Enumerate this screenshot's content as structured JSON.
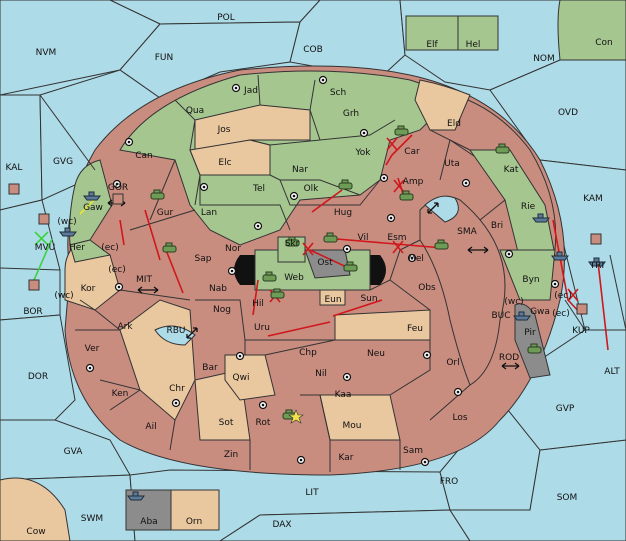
{
  "colors": {
    "sea": "#aedbe8",
    "neutral": "#e9c79f",
    "green_power": "#a6c690",
    "red_power": "#c98d80",
    "grey_power": "#8c8c8c",
    "order_move": "#d0171b",
    "order_support": "#e8e830",
    "order_convoy": "#3fd240"
  },
  "seas": [
    {
      "id": "POL",
      "label": "POL"
    },
    {
      "id": "NVM",
      "label": "NVM"
    },
    {
      "id": "FUN",
      "label": "FUN"
    },
    {
      "id": "COB",
      "label": "COB"
    },
    {
      "id": "NOM",
      "label": "NOM"
    },
    {
      "id": "OVD",
      "label": "OVD"
    },
    {
      "id": "KAL",
      "label": "KAL"
    },
    {
      "id": "GVG",
      "label": "GVG"
    },
    {
      "id": "KAM",
      "label": "KAM"
    },
    {
      "id": "BOR",
      "label": "BOR"
    },
    {
      "id": "DOR",
      "label": "DOR"
    },
    {
      "id": "GVA",
      "label": "GVA"
    },
    {
      "id": "SWM",
      "label": "SWM"
    },
    {
      "id": "LIT",
      "label": "LIT"
    },
    {
      "id": "DAX",
      "label": "DAX"
    },
    {
      "id": "FRO",
      "label": "FRO"
    },
    {
      "id": "SOM",
      "label": "SOM"
    },
    {
      "id": "GVP",
      "label": "GVP"
    },
    {
      "id": "ALT",
      "label": "ALT"
    },
    {
      "id": "GOR",
      "label": "GOR"
    },
    {
      "id": "MIT",
      "label": "MIT"
    },
    {
      "id": "RBU",
      "label": "RBU"
    },
    {
      "id": "SMA",
      "label": "SMA"
    },
    {
      "id": "BUC",
      "label": "BUC"
    },
    {
      "id": "ROD",
      "label": "ROD"
    }
  ],
  "lands": [
    {
      "id": "Con",
      "label": "Con"
    },
    {
      "id": "Elf",
      "label": "Elf"
    },
    {
      "id": "Hel",
      "label": "Hel"
    },
    {
      "id": "Cow",
      "label": "Cow"
    },
    {
      "id": "Aba",
      "label": "Aba"
    },
    {
      "id": "Orn",
      "label": "Orn"
    },
    {
      "id": "MVU",
      "label": "MVU"
    },
    {
      "id": "TRI",
      "label": "TRI"
    },
    {
      "id": "KUP",
      "label": "KUP"
    },
    {
      "id": "Jad",
      "label": "Jad"
    },
    {
      "id": "Sch",
      "label": "Sch"
    },
    {
      "id": "Qua",
      "label": "Qua"
    },
    {
      "id": "Jos",
      "label": "Jos"
    },
    {
      "id": "Grh",
      "label": "Grh"
    },
    {
      "id": "Eld",
      "label": "Eld"
    },
    {
      "id": "Can",
      "label": "Can"
    },
    {
      "id": "Elc",
      "label": "Elc"
    },
    {
      "id": "Nar",
      "label": "Nar"
    },
    {
      "id": "Yok",
      "label": "Yok"
    },
    {
      "id": "Car",
      "label": "Car"
    },
    {
      "id": "Uta",
      "label": "Uta"
    },
    {
      "id": "Kat",
      "label": "Kat"
    },
    {
      "id": "Tel",
      "label": "Tel"
    },
    {
      "id": "Olk",
      "label": "Olk"
    },
    {
      "id": "Amp",
      "label": "Amp"
    },
    {
      "id": "Lan",
      "label": "Lan"
    },
    {
      "id": "Hug",
      "label": "Hug"
    },
    {
      "id": "Gur",
      "label": "Gur"
    },
    {
      "id": "Gaw",
      "label": "Gaw"
    },
    {
      "id": "Her",
      "label": "Her"
    },
    {
      "id": "Nor",
      "label": "Nor"
    },
    {
      "id": "Skr",
      "label": "Skr"
    },
    {
      "id": "Vil",
      "label": "Vil"
    },
    {
      "id": "Esm",
      "label": "Esm"
    },
    {
      "id": "Bri",
      "label": "Bri"
    },
    {
      "id": "Rie",
      "label": "Rie"
    },
    {
      "id": "Sap",
      "label": "Sap"
    },
    {
      "id": "Web",
      "label": "Web"
    },
    {
      "id": "Ost",
      "label": "Ost"
    },
    {
      "id": "Mel",
      "label": "Mel"
    },
    {
      "id": "Byn",
      "label": "Byn"
    },
    {
      "id": "Kor",
      "label": "Kor"
    },
    {
      "id": "Nab",
      "label": "Nab"
    },
    {
      "id": "Eun",
      "label": "Eun"
    },
    {
      "id": "Obs",
      "label": "Obs"
    },
    {
      "id": "Gwa",
      "label": "Gwa"
    },
    {
      "id": "Hil",
      "label": "Hil"
    },
    {
      "id": "Sun",
      "label": "Sun"
    },
    {
      "id": "Pir",
      "label": "Pir"
    },
    {
      "id": "Ark",
      "label": "Ark"
    },
    {
      "id": "Nog",
      "label": "Nog"
    },
    {
      "id": "Uru",
      "label": "Uru"
    },
    {
      "id": "Feu",
      "label": "Feu"
    },
    {
      "id": "Chp",
      "label": "Chp"
    },
    {
      "id": "Neu",
      "label": "Neu"
    },
    {
      "id": "Ver",
      "label": "Ver"
    },
    {
      "id": "Bar",
      "label": "Bar"
    },
    {
      "id": "Qwi",
      "label": "Qwi"
    },
    {
      "id": "Nil",
      "label": "Nil"
    },
    {
      "id": "Orl",
      "label": "Orl"
    },
    {
      "id": "Ken",
      "label": "Ken"
    },
    {
      "id": "Chr",
      "label": "Chr"
    },
    {
      "id": "Kaa",
      "label": "Kaa"
    },
    {
      "id": "Los",
      "label": "Los"
    },
    {
      "id": "Ail",
      "label": "Ail"
    },
    {
      "id": "Sot",
      "label": "Sot"
    },
    {
      "id": "Rot",
      "label": "Rot"
    },
    {
      "id": "Mou",
      "label": "Mou"
    },
    {
      "id": "Zin",
      "label": "Zin"
    },
    {
      "id": "Kar",
      "label": "Kar"
    },
    {
      "id": "Sam",
      "label": "Sam"
    }
  ],
  "coast_labels": {
    "ec": "(ec)",
    "wc": "(wc)"
  }
}
